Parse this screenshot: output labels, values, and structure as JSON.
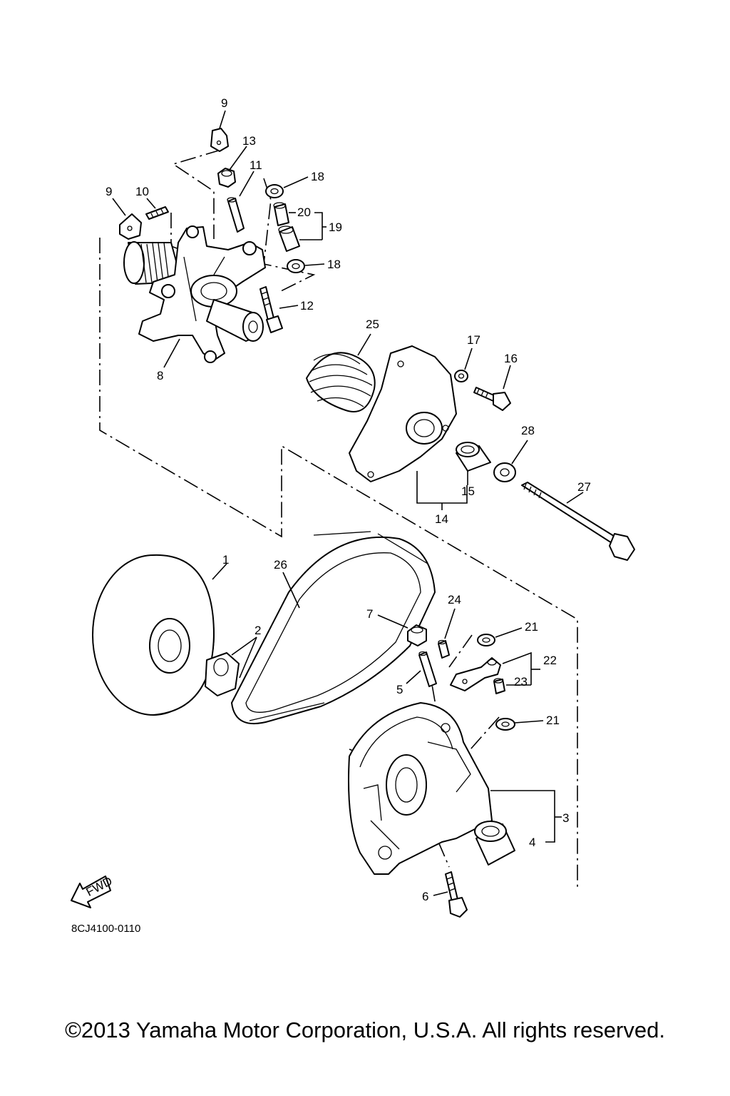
{
  "diagram": {
    "drawing_code": "8CJ4100-0110",
    "fwd_label": "FWD",
    "callouts": {
      "c9a": "9",
      "c13": "13",
      "c11": "11",
      "c18a": "18",
      "c9b": "9",
      "c10": "10",
      "c20": "20",
      "c19": "19",
      "c18b": "18",
      "c12": "12",
      "c25": "25",
      "c8": "8",
      "c17": "17",
      "c16": "16",
      "c28": "28",
      "c15": "15",
      "c27": "27",
      "c14": "14",
      "c1": "1",
      "c26": "26",
      "c24": "24",
      "c7": "7",
      "c21a": "21",
      "c2": "2",
      "c22": "22",
      "c5": "5",
      "c23": "23",
      "c21b": "21",
      "c3": "3",
      "c4": "4",
      "c6": "6"
    }
  },
  "footer": {
    "copyright": "©2013 Yamaha Motor Corporation, U.S.A. All rights reserved."
  }
}
